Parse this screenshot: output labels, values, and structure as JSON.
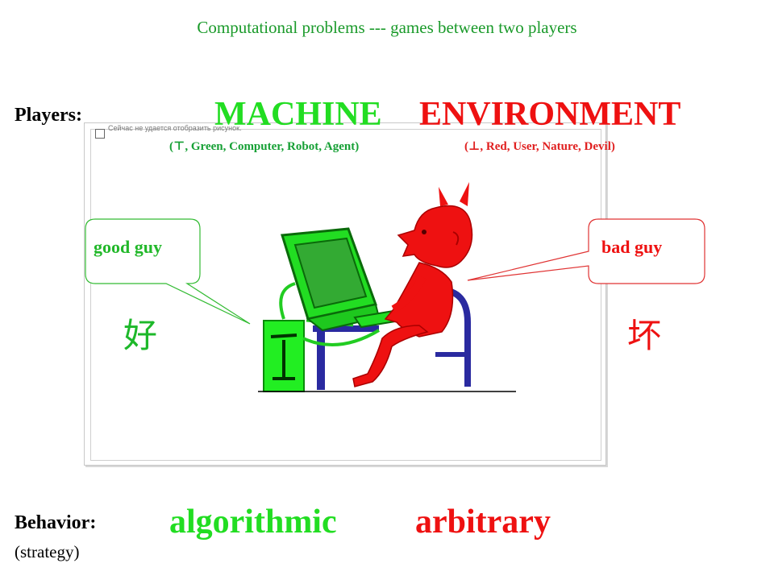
{
  "title": "Computational problems --- games between two players",
  "players": {
    "label": "Players:",
    "machine": {
      "name": "MACHINE",
      "aliases": "(⊤, Green, Computer, Robot, Agent)",
      "bubble": "good guy",
      "chinese": "好",
      "color": "#22dd22"
    },
    "environment": {
      "name": "ENVIRONMENT",
      "aliases": "(⊥, Red, User, Nature, Devil)",
      "bubble": "bad guy",
      "chinese": "坏",
      "color": "#ee1111"
    }
  },
  "image_placeholder": {
    "line1": "Сейчас не удается отобразить рисунок.",
    "icon": "broken-image-icon"
  },
  "behavior": {
    "label": "Behavior:",
    "sublabel": "(strategy)",
    "machine": "algorithmic",
    "environment": "arbitrary"
  }
}
